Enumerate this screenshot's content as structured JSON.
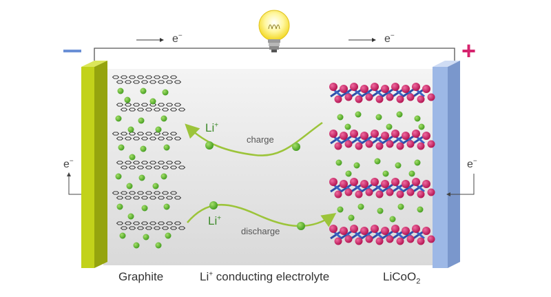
{
  "terminals": {
    "negative": "−",
    "positive": "+"
  },
  "electron": {
    "symbol": "e",
    "charge": "−"
  },
  "ion": {
    "base": "Li",
    "charge": "+"
  },
  "arrows": {
    "charge": "charge",
    "discharge": "discharge"
  },
  "labels": {
    "anode": "Graphite",
    "electrolyte_base": "Li",
    "electrolyte_charge": "+",
    "electrolyte_rest": " conducting electrolyte",
    "cathode_a": "LiCoO",
    "cathode_sub": "2"
  },
  "colors": {
    "anode_plate": "#c2d21a",
    "cathode_plate": "#9db8e6",
    "ion": "#5db82b",
    "cobalt_oxide": "#2d4fa8",
    "oxygen": "#d02468",
    "electrolyte": "#e4e4e4",
    "arrow": "#9cc43a"
  }
}
